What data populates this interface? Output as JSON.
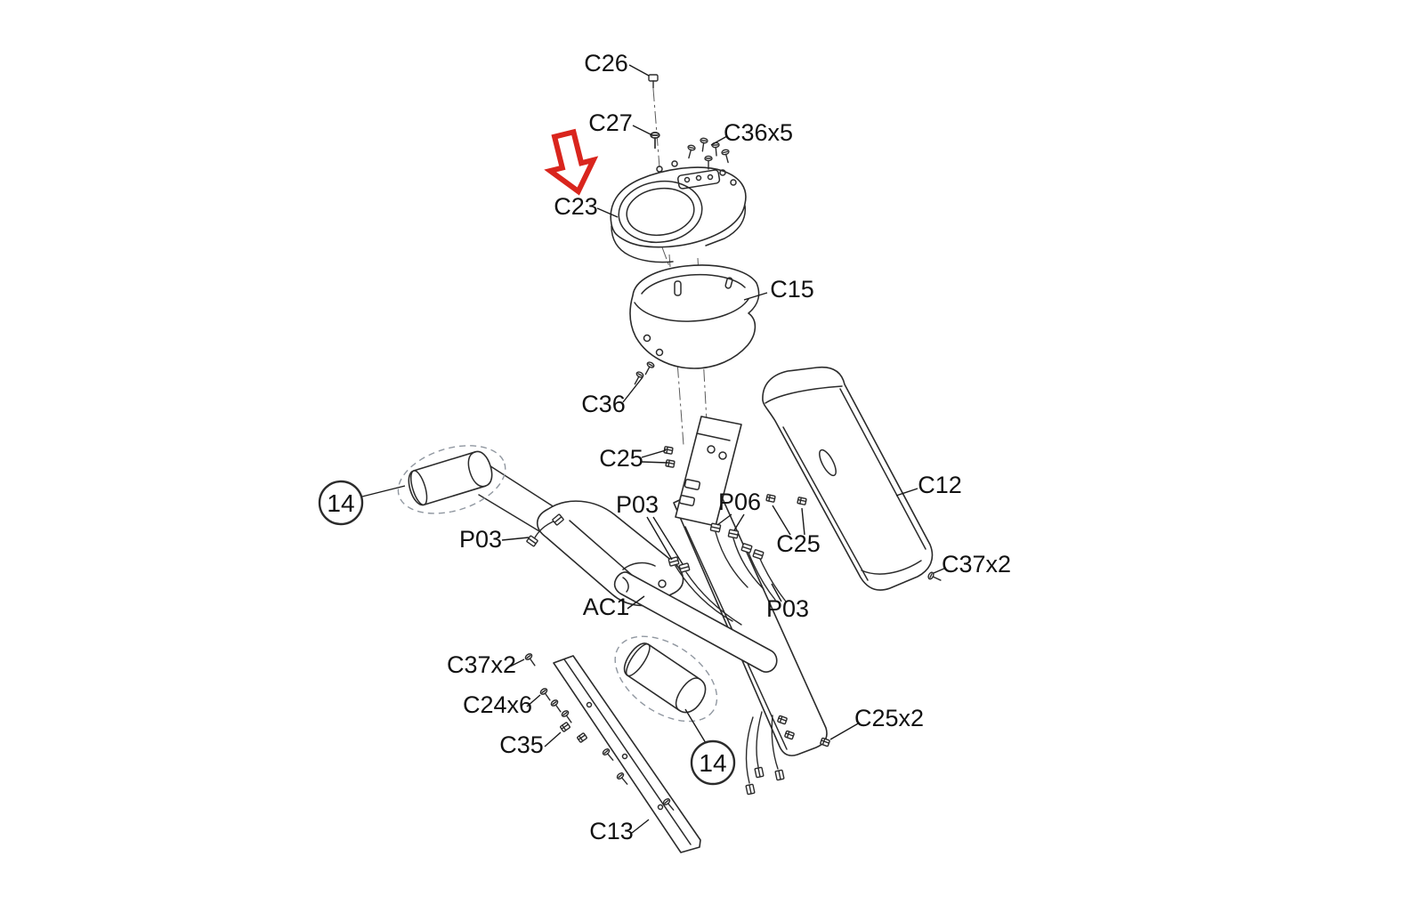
{
  "diagram": {
    "type": "exploded-parts-diagram",
    "subject": "console mast assembly",
    "colors": {
      "line": "#2b2b2b",
      "arrow_highlight": "#d9251d",
      "background": "#ffffff"
    },
    "callouts": {
      "c26": "C26",
      "c27": "C27",
      "c36x5": "C36x5",
      "c23": "C23",
      "c15": "C15",
      "c36": "C36",
      "c25_upper": "C25",
      "c12": "C12",
      "balloon_14_left": "14",
      "p03_left": "P03",
      "p03_center": "P03",
      "p06": "P06",
      "c25_mid": "C25",
      "ac1": "AC1",
      "p03_right": "P03",
      "c37x2_right": "C37x2",
      "c37x2_left": "C37x2",
      "c24x6": "C24x6",
      "c35": "C35",
      "c13": "C13",
      "balloon_14_bottom": "14",
      "c25x2": "C25x2"
    }
  }
}
